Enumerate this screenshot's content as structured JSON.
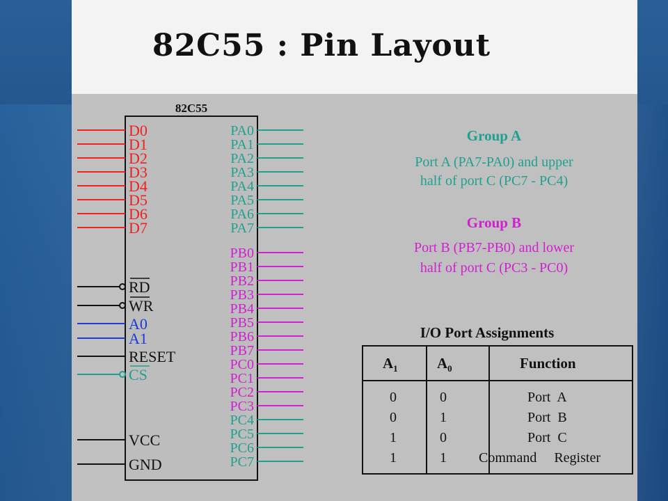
{
  "title": "82C55 : Pin Layout",
  "chip": {
    "name": "82C55",
    "left_pins": [
      {
        "label": "D0",
        "color": "#ee2020"
      },
      {
        "label": "D1",
        "color": "#ee2020"
      },
      {
        "label": "D2",
        "color": "#ee2020"
      },
      {
        "label": "D3",
        "color": "#ee2020"
      },
      {
        "label": "D4",
        "color": "#ee2020"
      },
      {
        "label": "D5",
        "color": "#ee2020"
      },
      {
        "label": "D6",
        "color": "#ee2020"
      },
      {
        "label": "D7",
        "color": "#ee2020"
      },
      {
        "label": "RD",
        "color": "#111111",
        "inverted": true
      },
      {
        "label": "WR",
        "color": "#111111",
        "inverted": true
      },
      {
        "label": "A0",
        "color": "#1a3ad8"
      },
      {
        "label": "A1",
        "color": "#1a3ad8"
      },
      {
        "label": "RESET",
        "color": "#111111"
      },
      {
        "label": "CS",
        "color": "#20a090",
        "inverted": true
      },
      {
        "label": "VCC",
        "color": "#111111"
      },
      {
        "label": "GND",
        "color": "#111111"
      }
    ],
    "right_pins": [
      {
        "label": "PA0",
        "color": "#20a090"
      },
      {
        "label": "PA1",
        "color": "#20a090"
      },
      {
        "label": "PA2",
        "color": "#20a090"
      },
      {
        "label": "PA3",
        "color": "#20a090"
      },
      {
        "label": "PA4",
        "color": "#20a090"
      },
      {
        "label": "PA5",
        "color": "#20a090"
      },
      {
        "label": "PA6",
        "color": "#20a090"
      },
      {
        "label": "PA7",
        "color": "#20a090"
      },
      {
        "label": "PB0",
        "color": "#d020d0"
      },
      {
        "label": "PB1",
        "color": "#d020d0"
      },
      {
        "label": "PB2",
        "color": "#d020d0"
      },
      {
        "label": "PB3",
        "color": "#d020d0"
      },
      {
        "label": "PB4",
        "color": "#d020d0"
      },
      {
        "label": "PB5",
        "color": "#d020d0"
      },
      {
        "label": "PB6",
        "color": "#d020d0"
      },
      {
        "label": "PB7",
        "color": "#d020d0"
      },
      {
        "label": "PC0",
        "color": "#d020d0"
      },
      {
        "label": "PC1",
        "color": "#d020d0"
      },
      {
        "label": "PC2",
        "color": "#d020d0"
      },
      {
        "label": "PC3",
        "color": "#d020d0"
      },
      {
        "label": "PC4",
        "color": "#20a090"
      },
      {
        "label": "PC5",
        "color": "#20a090"
      },
      {
        "label": "PC6",
        "color": "#20a090"
      },
      {
        "label": "PC7",
        "color": "#20a090"
      }
    ]
  },
  "group_a": {
    "title": "Group  A",
    "line1": "Port  A  (PA7-PA0)  and  upper",
    "line2": "half of port  C (PC7  -  PC4)"
  },
  "group_b": {
    "title": "Group  B",
    "line1": "Port  B  (PB7-PB0)  and  lower",
    "line2": "half  of  port  C  (PC3  -  PC0)"
  },
  "io_table": {
    "title": "I/O  Port  Assignments",
    "headers": {
      "a1": "A",
      "a1_sub": "1",
      "a0": "A",
      "a0_sub": "0",
      "function": "Function"
    },
    "rows": [
      {
        "a1": "0",
        "a0": "0",
        "function": "Port  A"
      },
      {
        "a1": "0",
        "a0": "1",
        "function": "Port  B"
      },
      {
        "a1": "1",
        "a0": "0",
        "function": "Port  C"
      },
      {
        "a1": "1",
        "a0": "1",
        "function": "Command     Register"
      }
    ]
  }
}
